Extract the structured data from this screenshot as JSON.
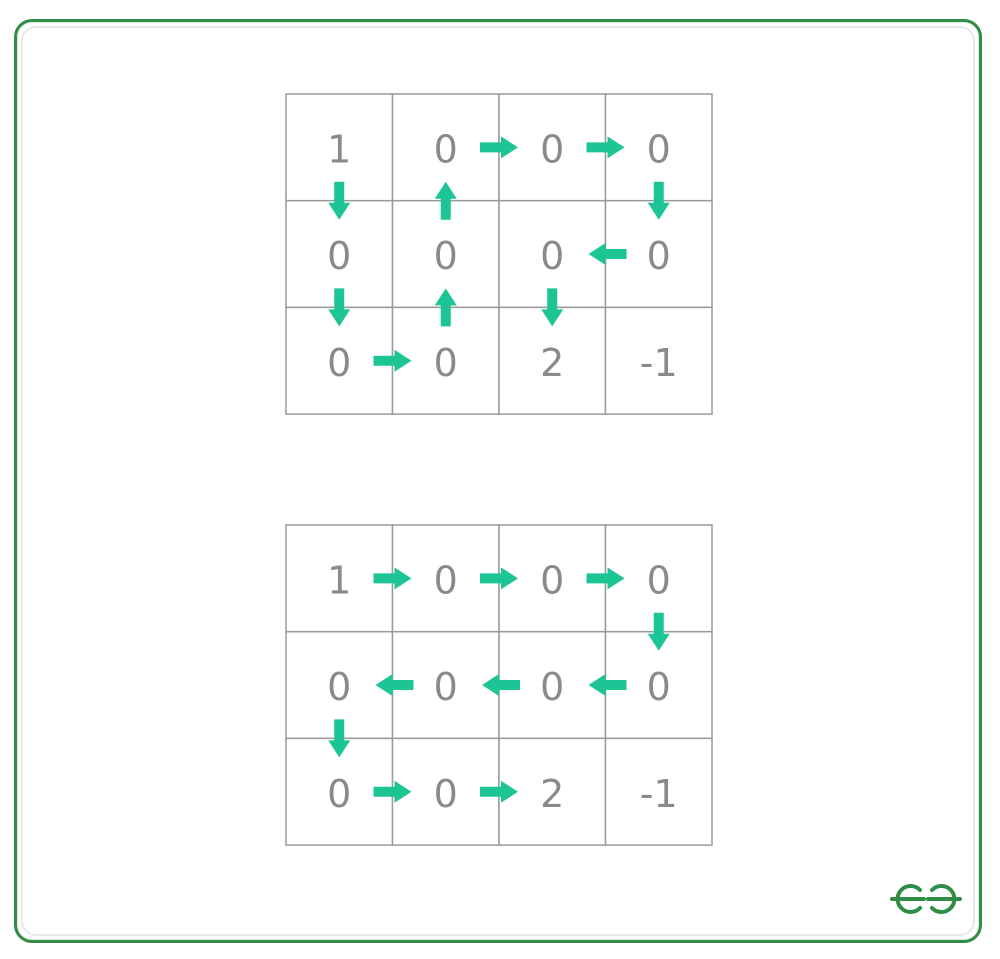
{
  "colors": {
    "frame_border": "#2f8d46",
    "grid_line": "#9a9a9a",
    "cell_text": "#8a8a8a",
    "arrow": "#1dc494",
    "logo": "#2f8d46"
  },
  "logo": {
    "name": "geeksforgeeks-logo",
    "text": "GG"
  },
  "grids": [
    {
      "id": "path-grid-1",
      "rows": 3,
      "cols": 4,
      "cells": [
        [
          "1",
          "0",
          "0",
          "0"
        ],
        [
          "0",
          "0",
          "0",
          "0"
        ],
        [
          "0",
          "0",
          "2",
          "-1"
        ]
      ],
      "arrows": [
        {
          "from": [
            0,
            0
          ],
          "dir": "down"
        },
        {
          "from": [
            1,
            0
          ],
          "dir": "down"
        },
        {
          "from": [
            2,
            0
          ],
          "dir": "right"
        },
        {
          "from": [
            2,
            1
          ],
          "dir": "up"
        },
        {
          "from": [
            1,
            1
          ],
          "dir": "up"
        },
        {
          "from": [
            0,
            1
          ],
          "dir": "right"
        },
        {
          "from": [
            0,
            2
          ],
          "dir": "right"
        },
        {
          "from": [
            0,
            3
          ],
          "dir": "down"
        },
        {
          "from": [
            1,
            3
          ],
          "dir": "left"
        },
        {
          "from": [
            1,
            2
          ],
          "dir": "down"
        }
      ]
    },
    {
      "id": "path-grid-2",
      "rows": 3,
      "cols": 4,
      "cells": [
        [
          "1",
          "0",
          "0",
          "0"
        ],
        [
          "0",
          "0",
          "0",
          "0"
        ],
        [
          "0",
          "0",
          "2",
          "-1"
        ]
      ],
      "arrows": [
        {
          "from": [
            0,
            0
          ],
          "dir": "right"
        },
        {
          "from": [
            0,
            1
          ],
          "dir": "right"
        },
        {
          "from": [
            0,
            2
          ],
          "dir": "right"
        },
        {
          "from": [
            0,
            3
          ],
          "dir": "down"
        },
        {
          "from": [
            1,
            3
          ],
          "dir": "left"
        },
        {
          "from": [
            1,
            2
          ],
          "dir": "left"
        },
        {
          "from": [
            1,
            1
          ],
          "dir": "left"
        },
        {
          "from": [
            1,
            0
          ],
          "dir": "down"
        },
        {
          "from": [
            2,
            0
          ],
          "dir": "right"
        },
        {
          "from": [
            2,
            1
          ],
          "dir": "right"
        }
      ]
    }
  ]
}
